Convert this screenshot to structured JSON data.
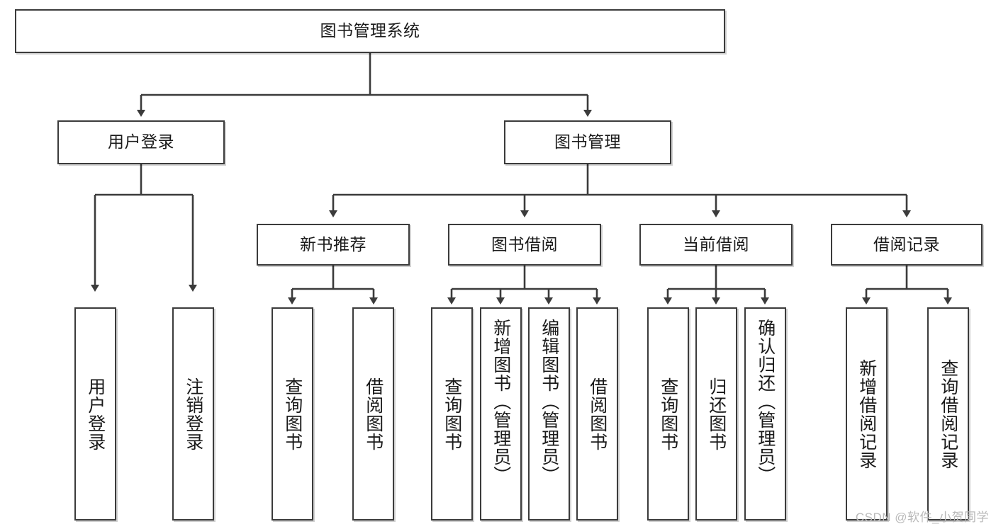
{
  "diagram": {
    "title": "图书管理系统",
    "type": "tree-hierarchy-diagram",
    "root": {
      "id": "root",
      "label": "图书管理系统"
    },
    "level2": [
      {
        "id": "user-login",
        "label": "用户登录"
      },
      {
        "id": "book-management",
        "label": "图书管理"
      }
    ],
    "level3": [
      {
        "id": "new-book-recommend",
        "label": "新书推荐",
        "parent": "book-management"
      },
      {
        "id": "book-borrow",
        "label": "图书借阅",
        "parent": "book-management"
      },
      {
        "id": "current-borrow",
        "label": "当前借阅",
        "parent": "book-management"
      },
      {
        "id": "borrow-record",
        "label": "借阅记录",
        "parent": "book-management"
      }
    ],
    "leaves": {
      "user_login": [
        {
          "id": "leaf-user-login",
          "label": "用户登录"
        },
        {
          "id": "leaf-user-logout",
          "label": "注销登录"
        }
      ],
      "new_book_recommend": [
        {
          "id": "leaf-query-book-1",
          "label": "查询图书"
        },
        {
          "id": "leaf-borrow-book-1",
          "label": "借阅图书"
        }
      ],
      "book_borrow": [
        {
          "id": "leaf-query-book-2",
          "label": "查询图书"
        },
        {
          "id": "leaf-add-book",
          "label": "新增图书（管理员）"
        },
        {
          "id": "leaf-edit-book",
          "label": "编辑图书（管理员）"
        },
        {
          "id": "leaf-borrow-book-2",
          "label": "借阅图书"
        }
      ],
      "current_borrow": [
        {
          "id": "leaf-query-book-3",
          "label": "查询图书"
        },
        {
          "id": "leaf-return-book",
          "label": "归还图书"
        },
        {
          "id": "leaf-confirm-return",
          "label": "确认归还（管理员）"
        }
      ],
      "borrow_record": [
        {
          "id": "leaf-add-record",
          "label": "新增借阅记录"
        },
        {
          "id": "leaf-query-record",
          "label": "查询借阅记录"
        }
      ]
    },
    "colors": {
      "border": "#3b3b3b",
      "background": "#ffffff",
      "text": "#1a1a1a",
      "watermark": "#b9b9b9"
    }
  },
  "watermark": {
    "text": "CSDN @软件_小贺同学"
  }
}
